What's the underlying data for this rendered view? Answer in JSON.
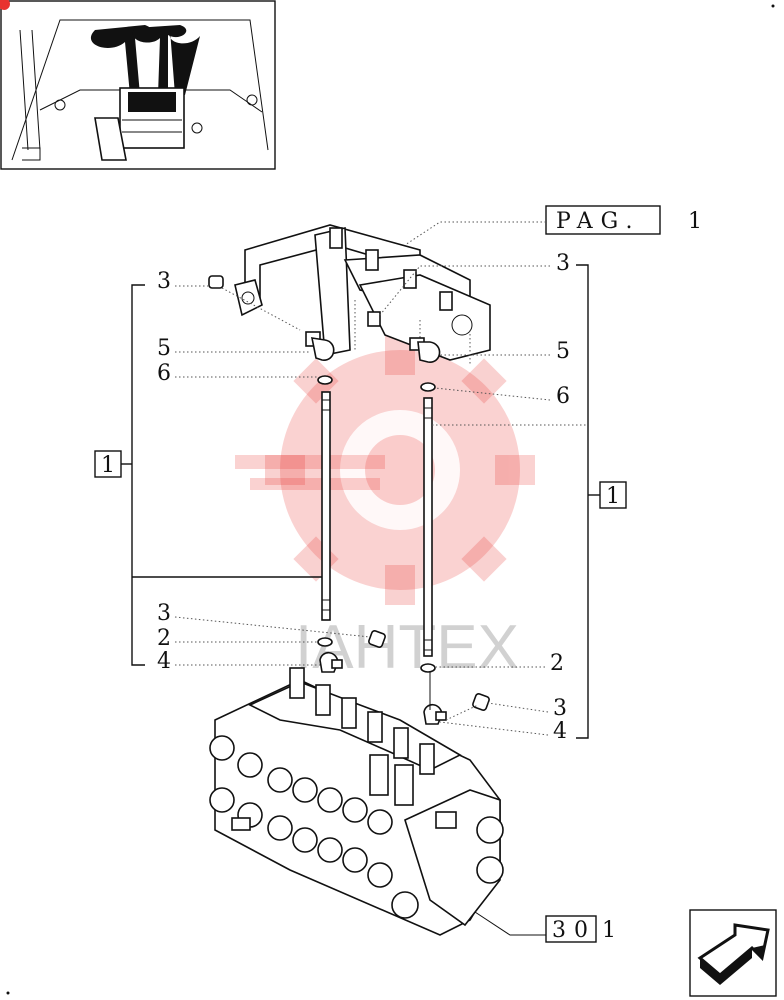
{
  "page_ref": {
    "label": "PAG.",
    "number": "1"
  },
  "footer_ref": {
    "label": "30",
    "number": "1"
  },
  "group_label": "1",
  "watermark_text": "IAHTEX",
  "callouts": {
    "left": [
      "3",
      "5",
      "6",
      "3",
      "2",
      "4"
    ],
    "right": [
      "3",
      "5",
      "6",
      "2",
      "3",
      "4"
    ]
  },
  "colors": {
    "watermark": "#e8332f",
    "ink": "#111111"
  },
  "icons": [
    "cab-thumbnail",
    "next-page-arrow-icon"
  ]
}
